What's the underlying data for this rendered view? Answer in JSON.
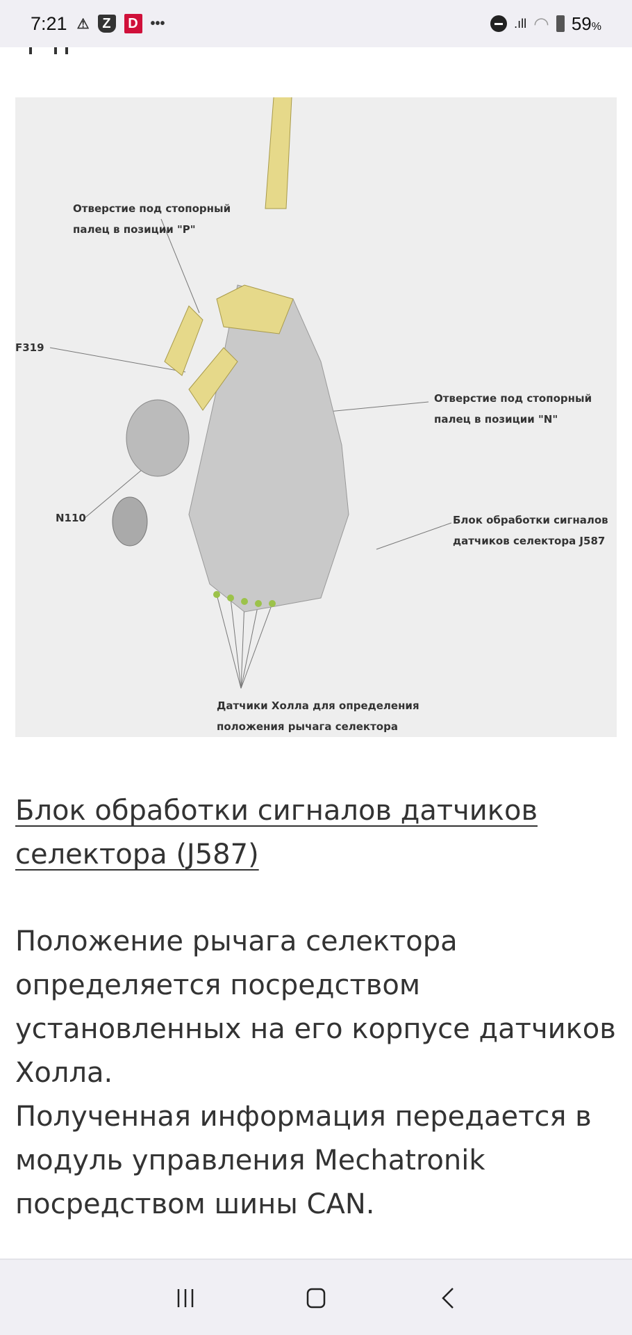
{
  "status_bar": {
    "time": "7:21",
    "notif_icons": [
      "warning-icon",
      "z-app-icon",
      "d-app-icon",
      "more-icon"
    ],
    "z_label": "Z",
    "d_label": "D",
    "more": "•••",
    "battery": "59",
    "battery_unit": "%"
  },
  "figure": {
    "labels": {
      "p_hole": [
        "Отверстие под стопорный",
        "палец в позиции \"P\""
      ],
      "f319": "F319",
      "n_hole": [
        "Отверстие под стопорный",
        "палец в позиции \"N\""
      ],
      "n110": "N110",
      "j587": [
        "Блок обработки сигналов",
        "датчиков селектора J587"
      ],
      "hall": [
        "Датчики Холла для определения",
        "положения рычага селектора"
      ]
    }
  },
  "article": {
    "heading": "Блок обработки сигналов датчиков селектора (J587)",
    "paragraph_1": "Положение рычага селектора определяется посредством установленных на его корпусе датчиков Холла.",
    "paragraph_2": "Полученная информация передается в модуль управления Mechatronik посредством шины CAN."
  },
  "colors": {
    "accent_d": "#d0103a",
    "bar_bg": "#f0eff4"
  }
}
